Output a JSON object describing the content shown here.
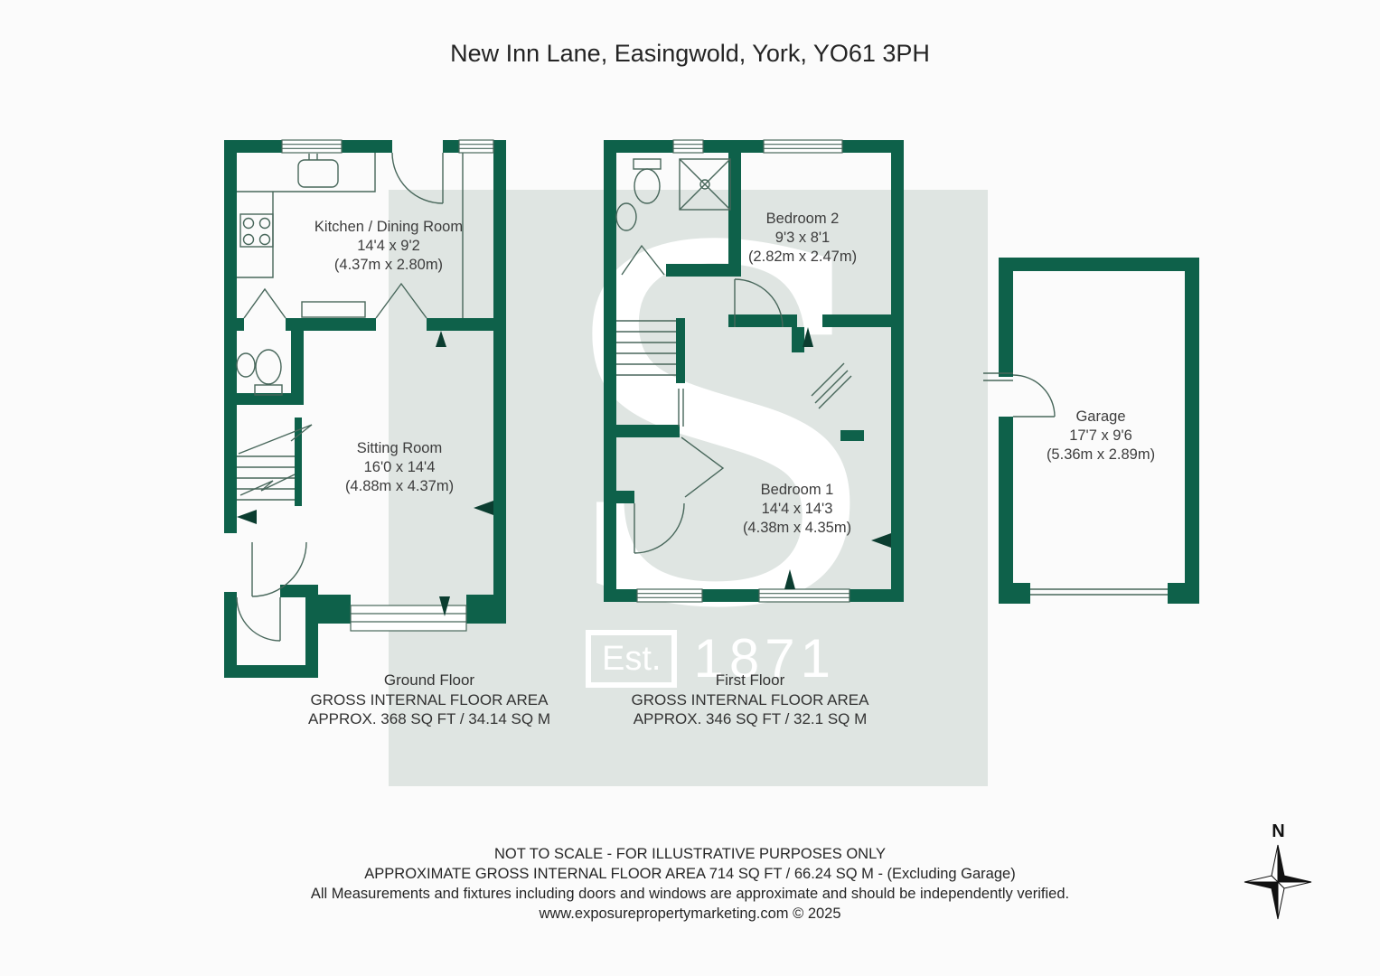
{
  "title": "New Inn Lane, Easingwold, York, YO61 3PH",
  "colors": {
    "wall_green": "#0e614a",
    "line_green": "#48675b",
    "marker_dark": "#0b3d30",
    "band_grey_green": "#dfe5e2",
    "watermark_white": "#ffffff",
    "text_dark": "#333333"
  },
  "watermark": {
    "letter": "S",
    "est": "Est.",
    "year": "1871"
  },
  "compass": {
    "north": "N"
  },
  "ground_floor": {
    "rooms": {
      "kitchen": {
        "name": "Kitchen / Dining Room",
        "imperial": "14'4 x 9'2",
        "metric": "(4.37m x 2.80m)"
      },
      "sitting": {
        "name": "Sitting Room",
        "imperial": "16'0 x 14'4",
        "metric": "(4.88m x 4.37m)"
      }
    },
    "label": {
      "floor": "Ground Floor",
      "area_title": "GROSS INTERNAL FLOOR AREA",
      "area_value": "APPROX. 368 SQ FT / 34.14 SQ M"
    }
  },
  "first_floor": {
    "rooms": {
      "bedroom2": {
        "name": "Bedroom 2",
        "imperial": "9'3 x 8'1",
        "metric": "(2.82m x 2.47m)"
      },
      "bedroom1": {
        "name": "Bedroom 1",
        "imperial": "14'4 x 14'3",
        "metric": "(4.38m x 4.35m)"
      }
    },
    "label": {
      "floor": "First Floor",
      "area_title": "GROSS INTERNAL FLOOR AREA",
      "area_value": "APPROX. 346 SQ FT / 32.1 SQ M"
    }
  },
  "garage": {
    "room": {
      "name": "Garage",
      "imperial": "17'7 x 9'6",
      "metric": "(5.36m x 2.89m)"
    }
  },
  "footer": {
    "line1": "NOT TO SCALE - FOR ILLUSTRATIVE PURPOSES ONLY",
    "line2": "APPROXIMATE GROSS INTERNAL FLOOR AREA 714 SQ FT / 66.24 SQ M - (Excluding Garage)",
    "line3": "All Measurements and fixtures including doors and windows are approximate and should be independently verified.",
    "line4": "www.exposurepropertymarketing.com © 2025"
  }
}
